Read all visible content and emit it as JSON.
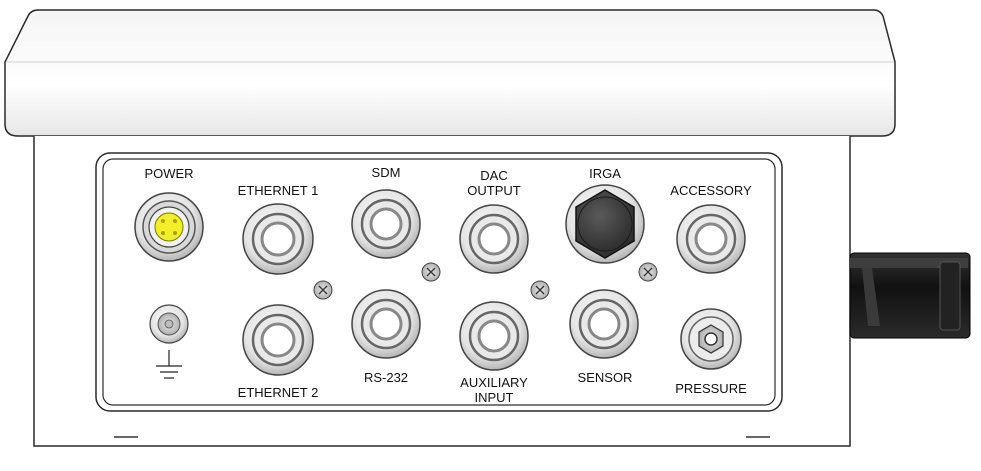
{
  "labels": {
    "power": "POWER",
    "ethernet1": "ETHERNET 1",
    "ethernet2": "ETHERNET 2",
    "sdm": "SDM",
    "rs232": "RS-232",
    "dac_output": "DAC\nOUTPUT",
    "auxiliary_input": "AUXILIARY\nINPUT",
    "irga": "IRGA",
    "sensor": "SENSOR",
    "accessory": "ACCESSORY",
    "pressure": "PRESSURE"
  },
  "colors": {
    "power_pins": "#f2ee2a",
    "irga_plug": "#3c3c3c",
    "cable": "#151515",
    "outline": "#2a2a2a"
  },
  "icons": {
    "ground": "ground-symbol-icon",
    "screw": "screw-icon"
  }
}
